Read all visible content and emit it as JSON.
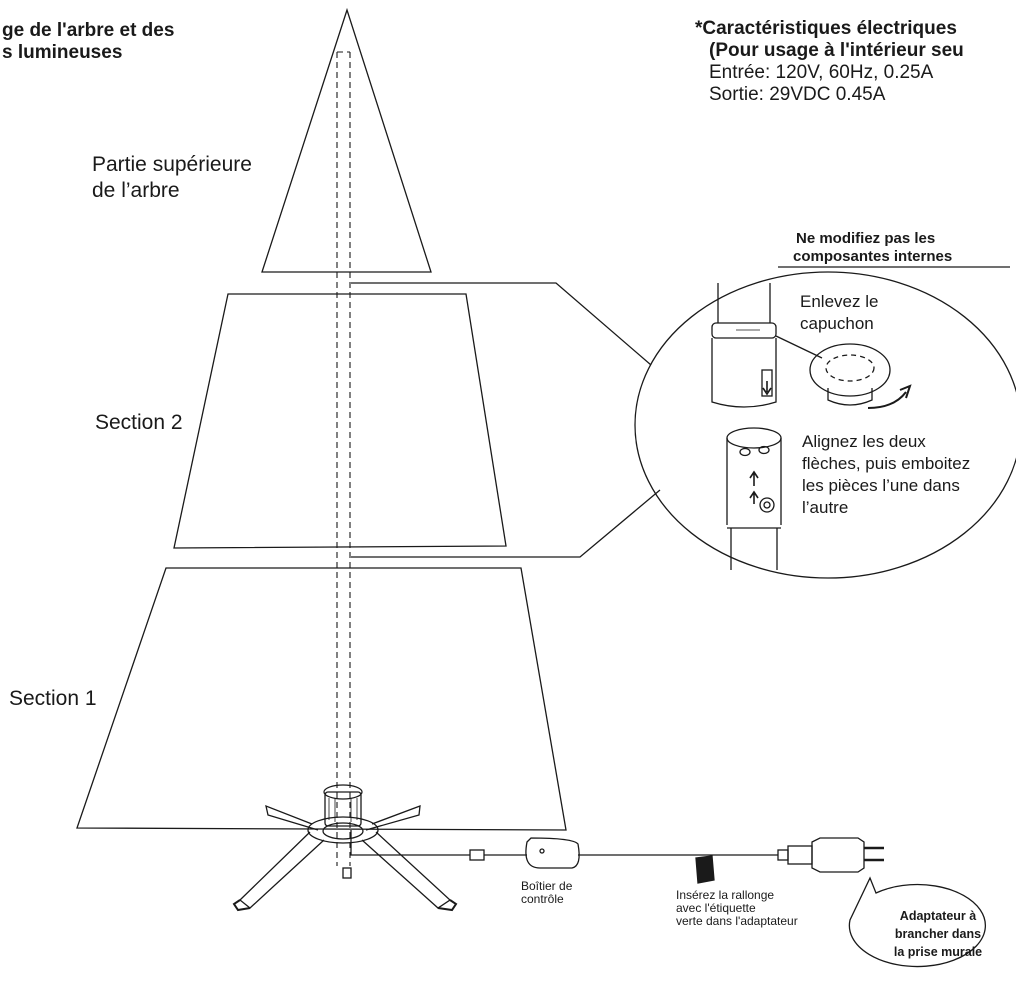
{
  "header": {
    "title_line1": "ge de l'arbre et des",
    "title_line2": "s lumineuses"
  },
  "specs": {
    "title_line1": "*Caractéristiques électriques",
    "title_line2": "(Pour usage à l'intérieur seu",
    "input": "Entrée: 120V, 60Hz, 0.25A",
    "output": "Sortie: 29VDC 0.45A"
  },
  "tree": {
    "top_label_line1": "Partie supérieure",
    "top_label_line2": "de l’arbre",
    "section2_label": "Section 2",
    "section1_label": "Section 1"
  },
  "detail": {
    "warning_line1": "Ne modifiez pas les",
    "warning_line2": "composantes internes",
    "remove_cap_line1": "Enlevez le",
    "remove_cap_line2": "capuchon",
    "align_line1": "Alignez les deux",
    "align_line2": "flèches, puis emboitez",
    "align_line3": "les pièces l’une dans",
    "align_line4": "l’autre"
  },
  "wiring": {
    "control_box_line1": "Boîtier de",
    "control_box_line2": "contrôle",
    "extension_line1": "Insérez la rallonge",
    "extension_line2": "avec l'étiquette",
    "extension_line3": "verte dans l'adaptateur",
    "adapter_line1": "Adaptateur à",
    "adapter_line2": "brancher dans",
    "adapter_line3": "la prise murale"
  },
  "colors": {
    "ink": "#1a1a1a",
    "paper": "#ffffff"
  }
}
